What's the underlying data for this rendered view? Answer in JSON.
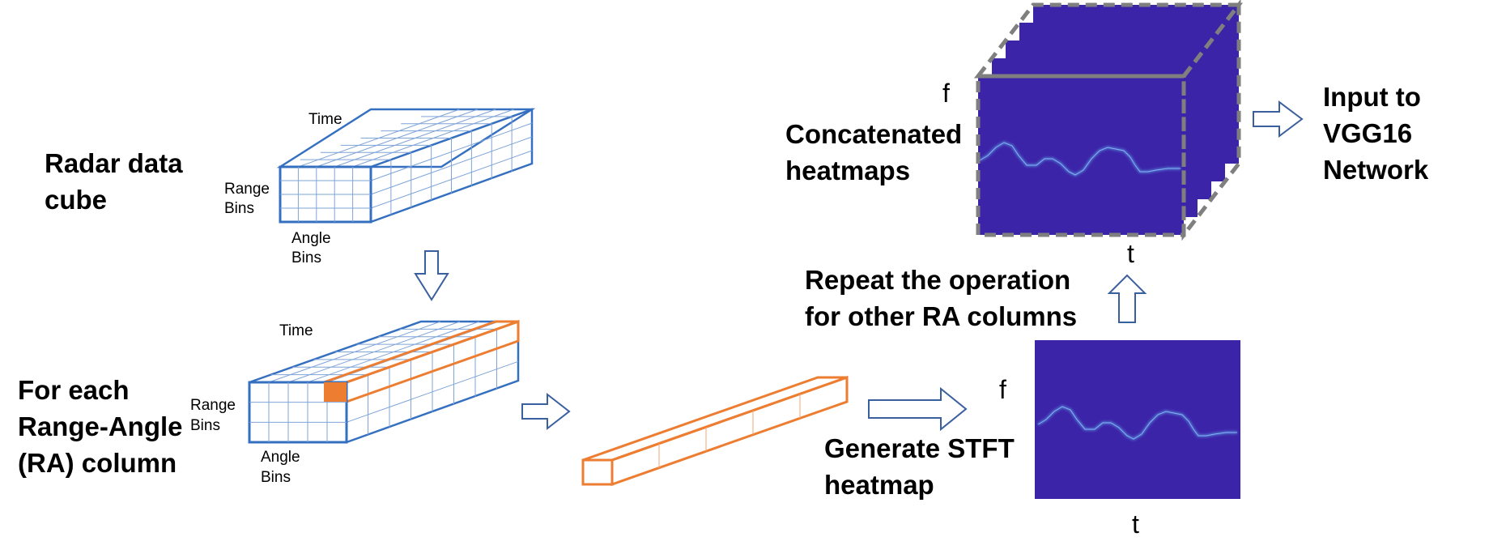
{
  "colors": {
    "blue": "#3570c0",
    "blue_thin": "#7fa4d8",
    "orange": "#ed7d31",
    "orange_thin": "#f2a575",
    "heatmap_bg": "#3c24a8",
    "heatmap_trace": "#5fa8e8",
    "dashed_border": "#7f7f7f",
    "arrow_outline": "#3a5f9f"
  },
  "labels": {
    "radar_cube": [
      "Radar data",
      "cube"
    ],
    "for_each": [
      "For each",
      "Range-Angle",
      "(RA) column"
    ],
    "generate_stft": [
      "Generate STFT",
      "heatmap"
    ],
    "repeat": [
      "Repeat the operation",
      "for other RA columns"
    ],
    "concatenated": [
      "Concatenated",
      "heatmaps"
    ],
    "input_vgg": [
      "Input to",
      "VGG16",
      "Network"
    ]
  },
  "axis": {
    "time": "Time",
    "range_bins": [
      "Range",
      "Bins"
    ],
    "angle_bins": [
      "Angle",
      "Bins"
    ],
    "f": "f",
    "t": "t"
  },
  "icons": [
    "down-arrow-icon",
    "right-arrow-icon",
    "up-arrow-icon"
  ]
}
